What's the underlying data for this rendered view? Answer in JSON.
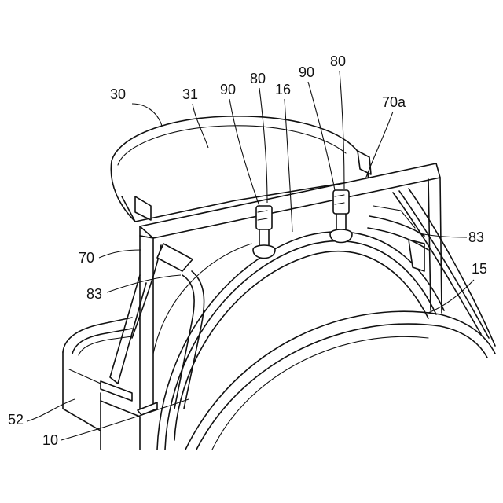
{
  "labels": {
    "l30": "30",
    "l31": "31",
    "l90a": "90",
    "l80a": "80",
    "l16": "16",
    "l90b": "90",
    "l80b": "80",
    "l70a": "70a",
    "l70": "70",
    "l83a": "83",
    "l83b": "83",
    "l15": "15",
    "l52": "52",
    "l10": "10"
  }
}
